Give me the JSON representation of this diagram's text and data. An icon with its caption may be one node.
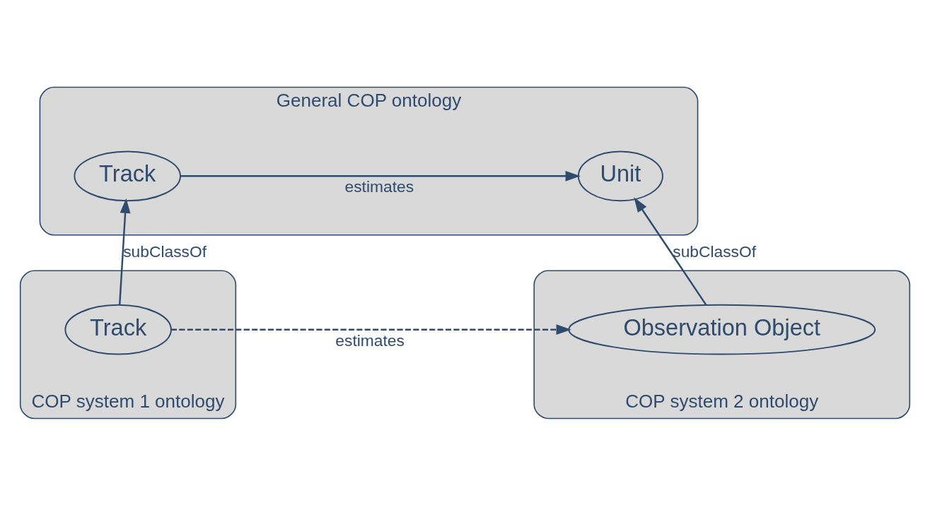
{
  "diagram": {
    "nodes": [
      {
        "text": [
          "General COP ontology"
        ]
      },
      {
        "text": [
          "Track"
        ],
        "in": 0
      },
      {
        "text": [
          "Unit"
        ],
        "in": 0
      },
      {
        "text": [
          "COP system 1 ontology"
        ]
      },
      {
        "text": [
          "Track"
        ],
        "in": 3
      },
      {
        "text": [
          "COP system 2 ontology"
        ]
      },
      {
        "text": [
          "Observation Object"
        ],
        "in": 5
      }
    ],
    "edges": [
      {
        "from": 1,
        "to": 2,
        "arrow": "to",
        "label": "estimates"
      },
      {
        "from": 4,
        "to": 1,
        "arrow": "to",
        "label": "subClassOf"
      },
      {
        "from": 6,
        "to": 2,
        "arrow": "to",
        "label": "subClassOf"
      },
      {
        "from": 4,
        "to": 6,
        "arrow": "to",
        "label": "estimates",
        "style": "dashed"
      }
    ]
  }
}
